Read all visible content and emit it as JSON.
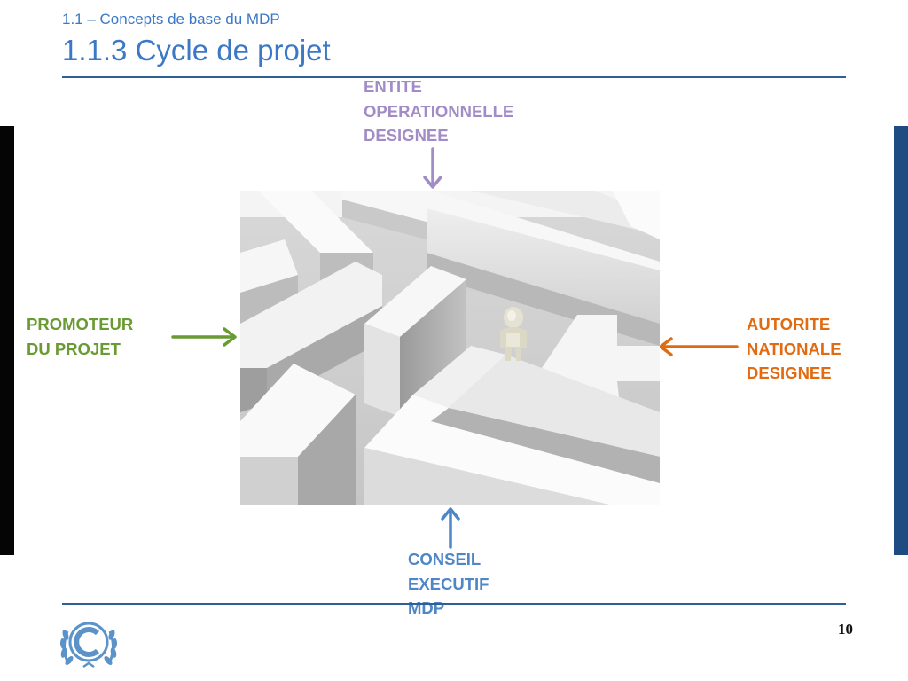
{
  "header": {
    "subtitle": "1.1 – Concepts de base du MDP",
    "title": "1.1.3 Cycle de projet"
  },
  "diagram": {
    "top_label": {
      "line1": "ENTITE",
      "line2": "OPERATIONNELLE",
      "line3": "DESIGNEE",
      "color": "#a28cc6"
    },
    "left_label": {
      "line1": "PROMOTEUR",
      "line2": "DU PROJET",
      "color": "#6a9a33"
    },
    "right_label": {
      "line1": "AUTORITE",
      "line2": "NATIONALE",
      "line3": "DESIGNEE",
      "color": "#e06b12"
    },
    "bottom_label": {
      "line1": "CONSEIL",
      "line2": "EXECUTIF",
      "line3": "MDP",
      "color": "#4f86c6"
    },
    "center_image": "maze-image"
  },
  "footer": {
    "page_number": "10",
    "logo": "unfccc-logo"
  },
  "colors": {
    "title_blue": "#3b78c6",
    "rule": "#2f5f95",
    "right_bar": "#1e4c82",
    "left_bar": "#050505"
  }
}
